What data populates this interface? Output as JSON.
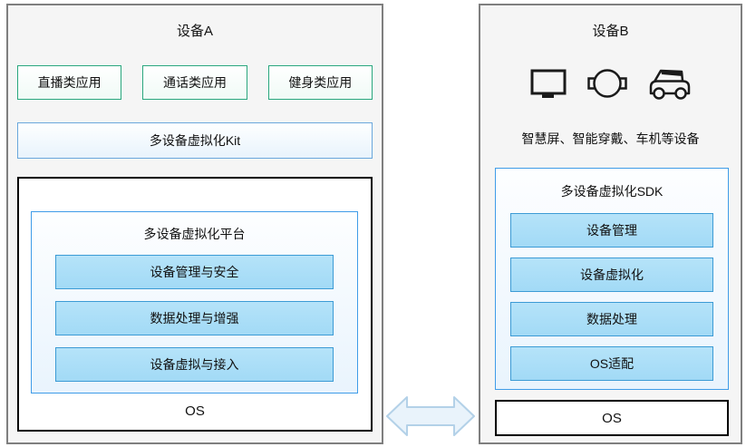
{
  "device_a": {
    "title": "设备A",
    "apps": [
      "直播类应用",
      "通话类应用",
      "健身类应用"
    ],
    "kit_label": "多设备虚拟化Kit",
    "platform": {
      "title": "多设备虚拟化平台",
      "modules": [
        "设备管理与安全",
        "数据处理与增强",
        "设备虚拟与接入"
      ]
    },
    "os_label": "OS"
  },
  "device_b": {
    "title": "设备B",
    "device_icons": [
      "smart-screen-icon",
      "wearable-icon",
      "car-icon"
    ],
    "caption": "智慧屏、智能穿戴、车机等设备",
    "sdk": {
      "title": "多设备虚拟化SDK",
      "modules": [
        "设备管理",
        "设备虚拟化",
        "数据处理",
        "OS适配"
      ]
    },
    "os_label": "OS"
  },
  "connector": {
    "type": "bidirectional-arrow"
  },
  "colors": {
    "panel_bg": "#f5f5f5",
    "panel_border": "#7f7f7f",
    "app_border_green": "#2aa77e",
    "container_border_blue": "#3f9ce8",
    "kit_border_blue": "#6aa7dc",
    "module_fill_blue": "#a9def7",
    "module_border_blue": "#3c9bd5",
    "arrow_fill": "#e9f3fb",
    "arrow_border": "#b3d1e8"
  }
}
